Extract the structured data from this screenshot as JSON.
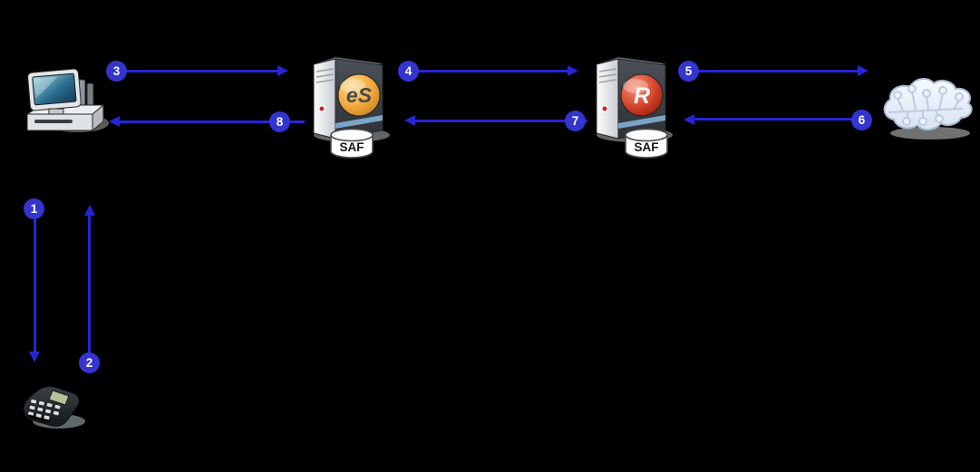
{
  "palette": {
    "background": "#000000",
    "arrow": "#2525d6",
    "badge_fill": "#3434cf",
    "badge_text": "#ffffff",
    "saf_cylinder_fill": "#ffffff",
    "esocket_logo": "#f3a93c",
    "realtime_logo": "#d6452a",
    "cloud_fill": "#e4ecf7"
  },
  "nodes": {
    "pos_computer": {
      "name": "pos-computer",
      "icon": "pos-computer-icon"
    },
    "payment_terminal": {
      "name": "payment-terminal",
      "icon": "payment-terminal-icon"
    },
    "esocket_server": {
      "name": "esocket-server",
      "icon": "server-tower-icon",
      "logo_text": "eS",
      "saf_label": "SAF"
    },
    "realtime_server": {
      "name": "realtime-server",
      "icon": "server-tower-icon",
      "logo_text": "R",
      "saf_label": "SAF"
    },
    "network_cloud": {
      "name": "network-cloud",
      "icon": "circuit-cloud-icon"
    }
  },
  "flows": [
    {
      "label": "1",
      "from": "pos-computer",
      "to": "payment-terminal",
      "direction": "down"
    },
    {
      "label": "2",
      "from": "payment-terminal",
      "to": "pos-computer",
      "direction": "up"
    },
    {
      "label": "3",
      "from": "pos-computer",
      "to": "esocket-server",
      "direction": "right"
    },
    {
      "label": "4",
      "from": "esocket-server",
      "to": "realtime-server",
      "direction": "right"
    },
    {
      "label": "5",
      "from": "realtime-server",
      "to": "network-cloud",
      "direction": "right"
    },
    {
      "label": "6",
      "from": "network-cloud",
      "to": "realtime-server",
      "direction": "left"
    },
    {
      "label": "7",
      "from": "realtime-server",
      "to": "esocket-server",
      "direction": "left"
    },
    {
      "label": "8",
      "from": "esocket-server",
      "to": "pos-computer",
      "direction": "left"
    }
  ]
}
